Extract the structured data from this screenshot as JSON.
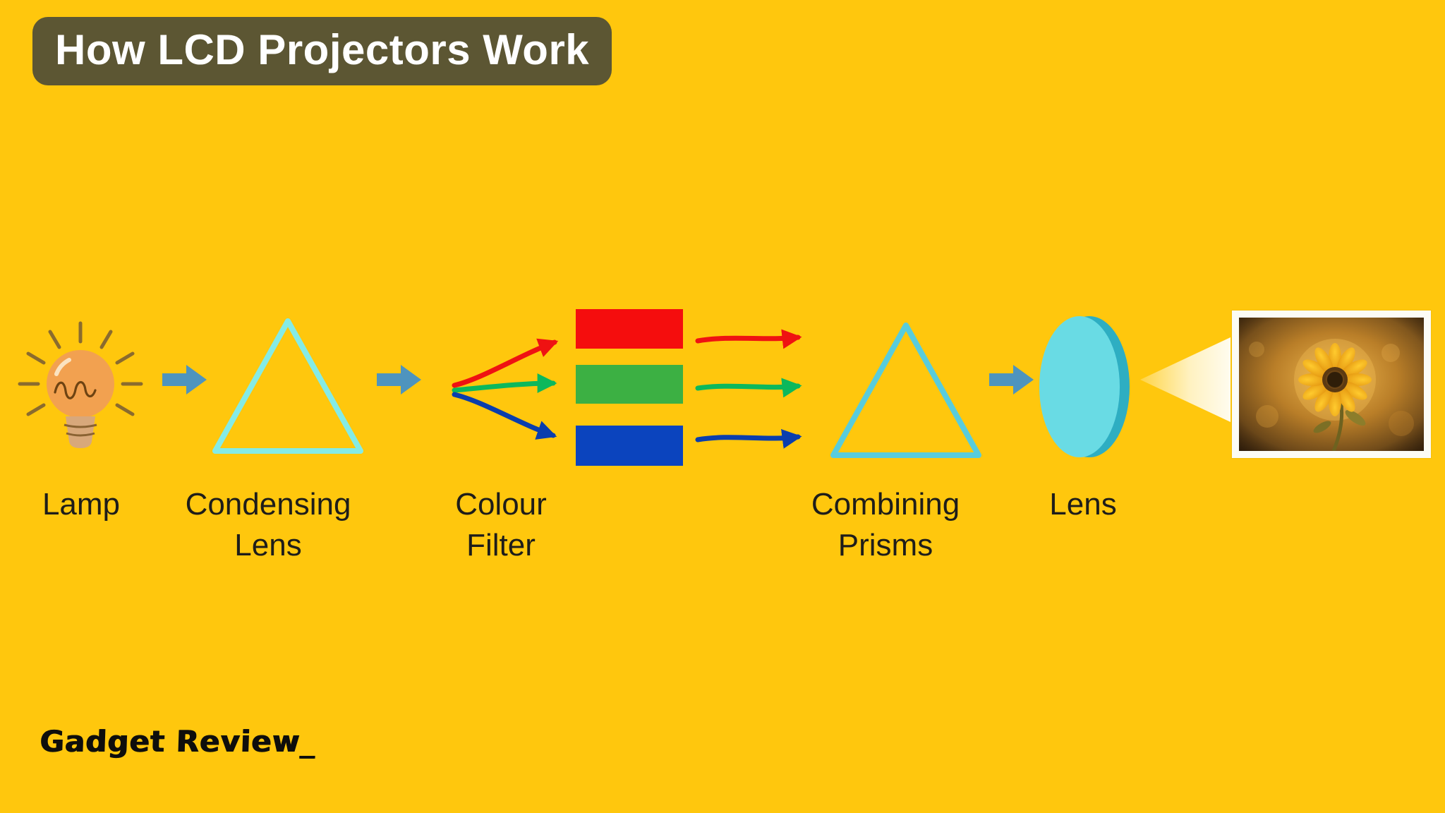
{
  "title": "How LCD Projectors Work",
  "brand": "Gadget Review_",
  "stages": {
    "lamp": {
      "label": "Lamp"
    },
    "condensing_lens": {
      "label_line1": "Condensing",
      "label_line2": "Lens"
    },
    "colour_filter": {
      "label_line1": "Colour",
      "label_line2": "Filter"
    },
    "combining_prisms": {
      "label_line1": "Combining",
      "label_line2": "Prisms"
    },
    "lens": {
      "label": "Lens"
    }
  },
  "icons": {
    "lamp": "lightbulb-icon",
    "flow_arrow": "arrow-right-icon",
    "condensing_lens": "triangle-outline-icon",
    "colour_filter": "rgb-filter-bars-icon",
    "combining_prisms": "triangle-outline-icon",
    "lens": "ellipse-lens-icon",
    "beam": "light-beam-icon",
    "projected_image": "sunflower-photo"
  },
  "colors": {
    "background": "#FFC70D",
    "title_badge_bg": "#5C5633",
    "title_text": "#FFFFFF",
    "flow_arrow_blue": "#4E94BE",
    "condensing_triangle": "#84EBE6",
    "prisms_triangle": "#58CCDC",
    "lens_fill": "#69DBE4",
    "filter_red": "#F50D0D",
    "filter_green": "#3CB043",
    "filter_blue": "#0B44BE",
    "arrow_red": "#EF1212",
    "arrow_green": "#0CB85C",
    "arrow_blue": "#0A3EAD",
    "label_text": "#1E1D1A",
    "beam_light": "#FFFCEF"
  }
}
